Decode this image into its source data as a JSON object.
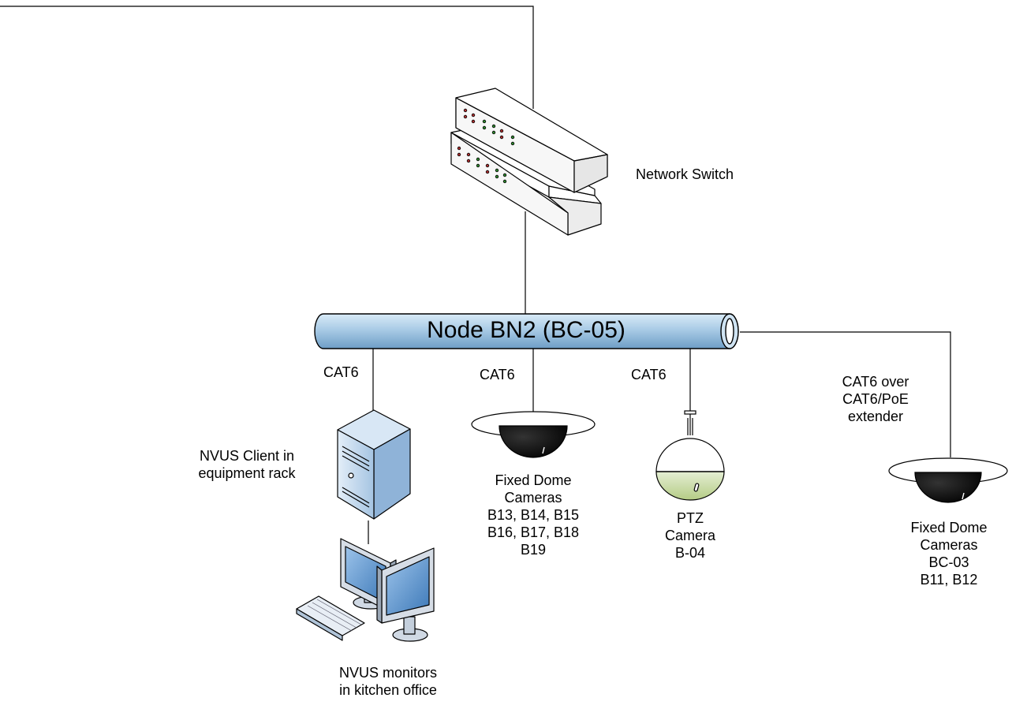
{
  "node": {
    "title": "Node BN2 (BC-05)"
  },
  "network_switch": {
    "label": "Network Switch"
  },
  "links": {
    "client_cable": "CAT6",
    "fixed_dome_cable": "CAT6",
    "ptz_cable": "CAT6",
    "extender_cable": [
      "CAT6 over",
      "CAT6/PoE",
      "extender"
    ]
  },
  "nvus_client": {
    "label": [
      "NVUS Client in",
      "equipment rack"
    ]
  },
  "nvus_monitors": {
    "label": [
      "NVUS monitors",
      "in kitchen office"
    ]
  },
  "fixed_dome_group_1": {
    "label": [
      "Fixed Dome",
      "Cameras",
      "B13, B14, B15",
      "B16, B17, B18",
      "B19"
    ]
  },
  "ptz_camera": {
    "label": [
      "PTZ",
      "Camera",
      "B-04"
    ]
  },
  "fixed_dome_group_2": {
    "label": [
      "Fixed Dome",
      "Cameras",
      "BC-03",
      "B11, B12"
    ]
  },
  "colors": {
    "line": "#000000",
    "node_fill": "#a9cbe6",
    "server_fill": "#b9d3ea",
    "monitor_screen": "#4f8cc9",
    "dome_black": "#050505",
    "ptz_green": "#c8d9a3",
    "led_red": "#b03030",
    "led_green": "#2f8a2f"
  }
}
